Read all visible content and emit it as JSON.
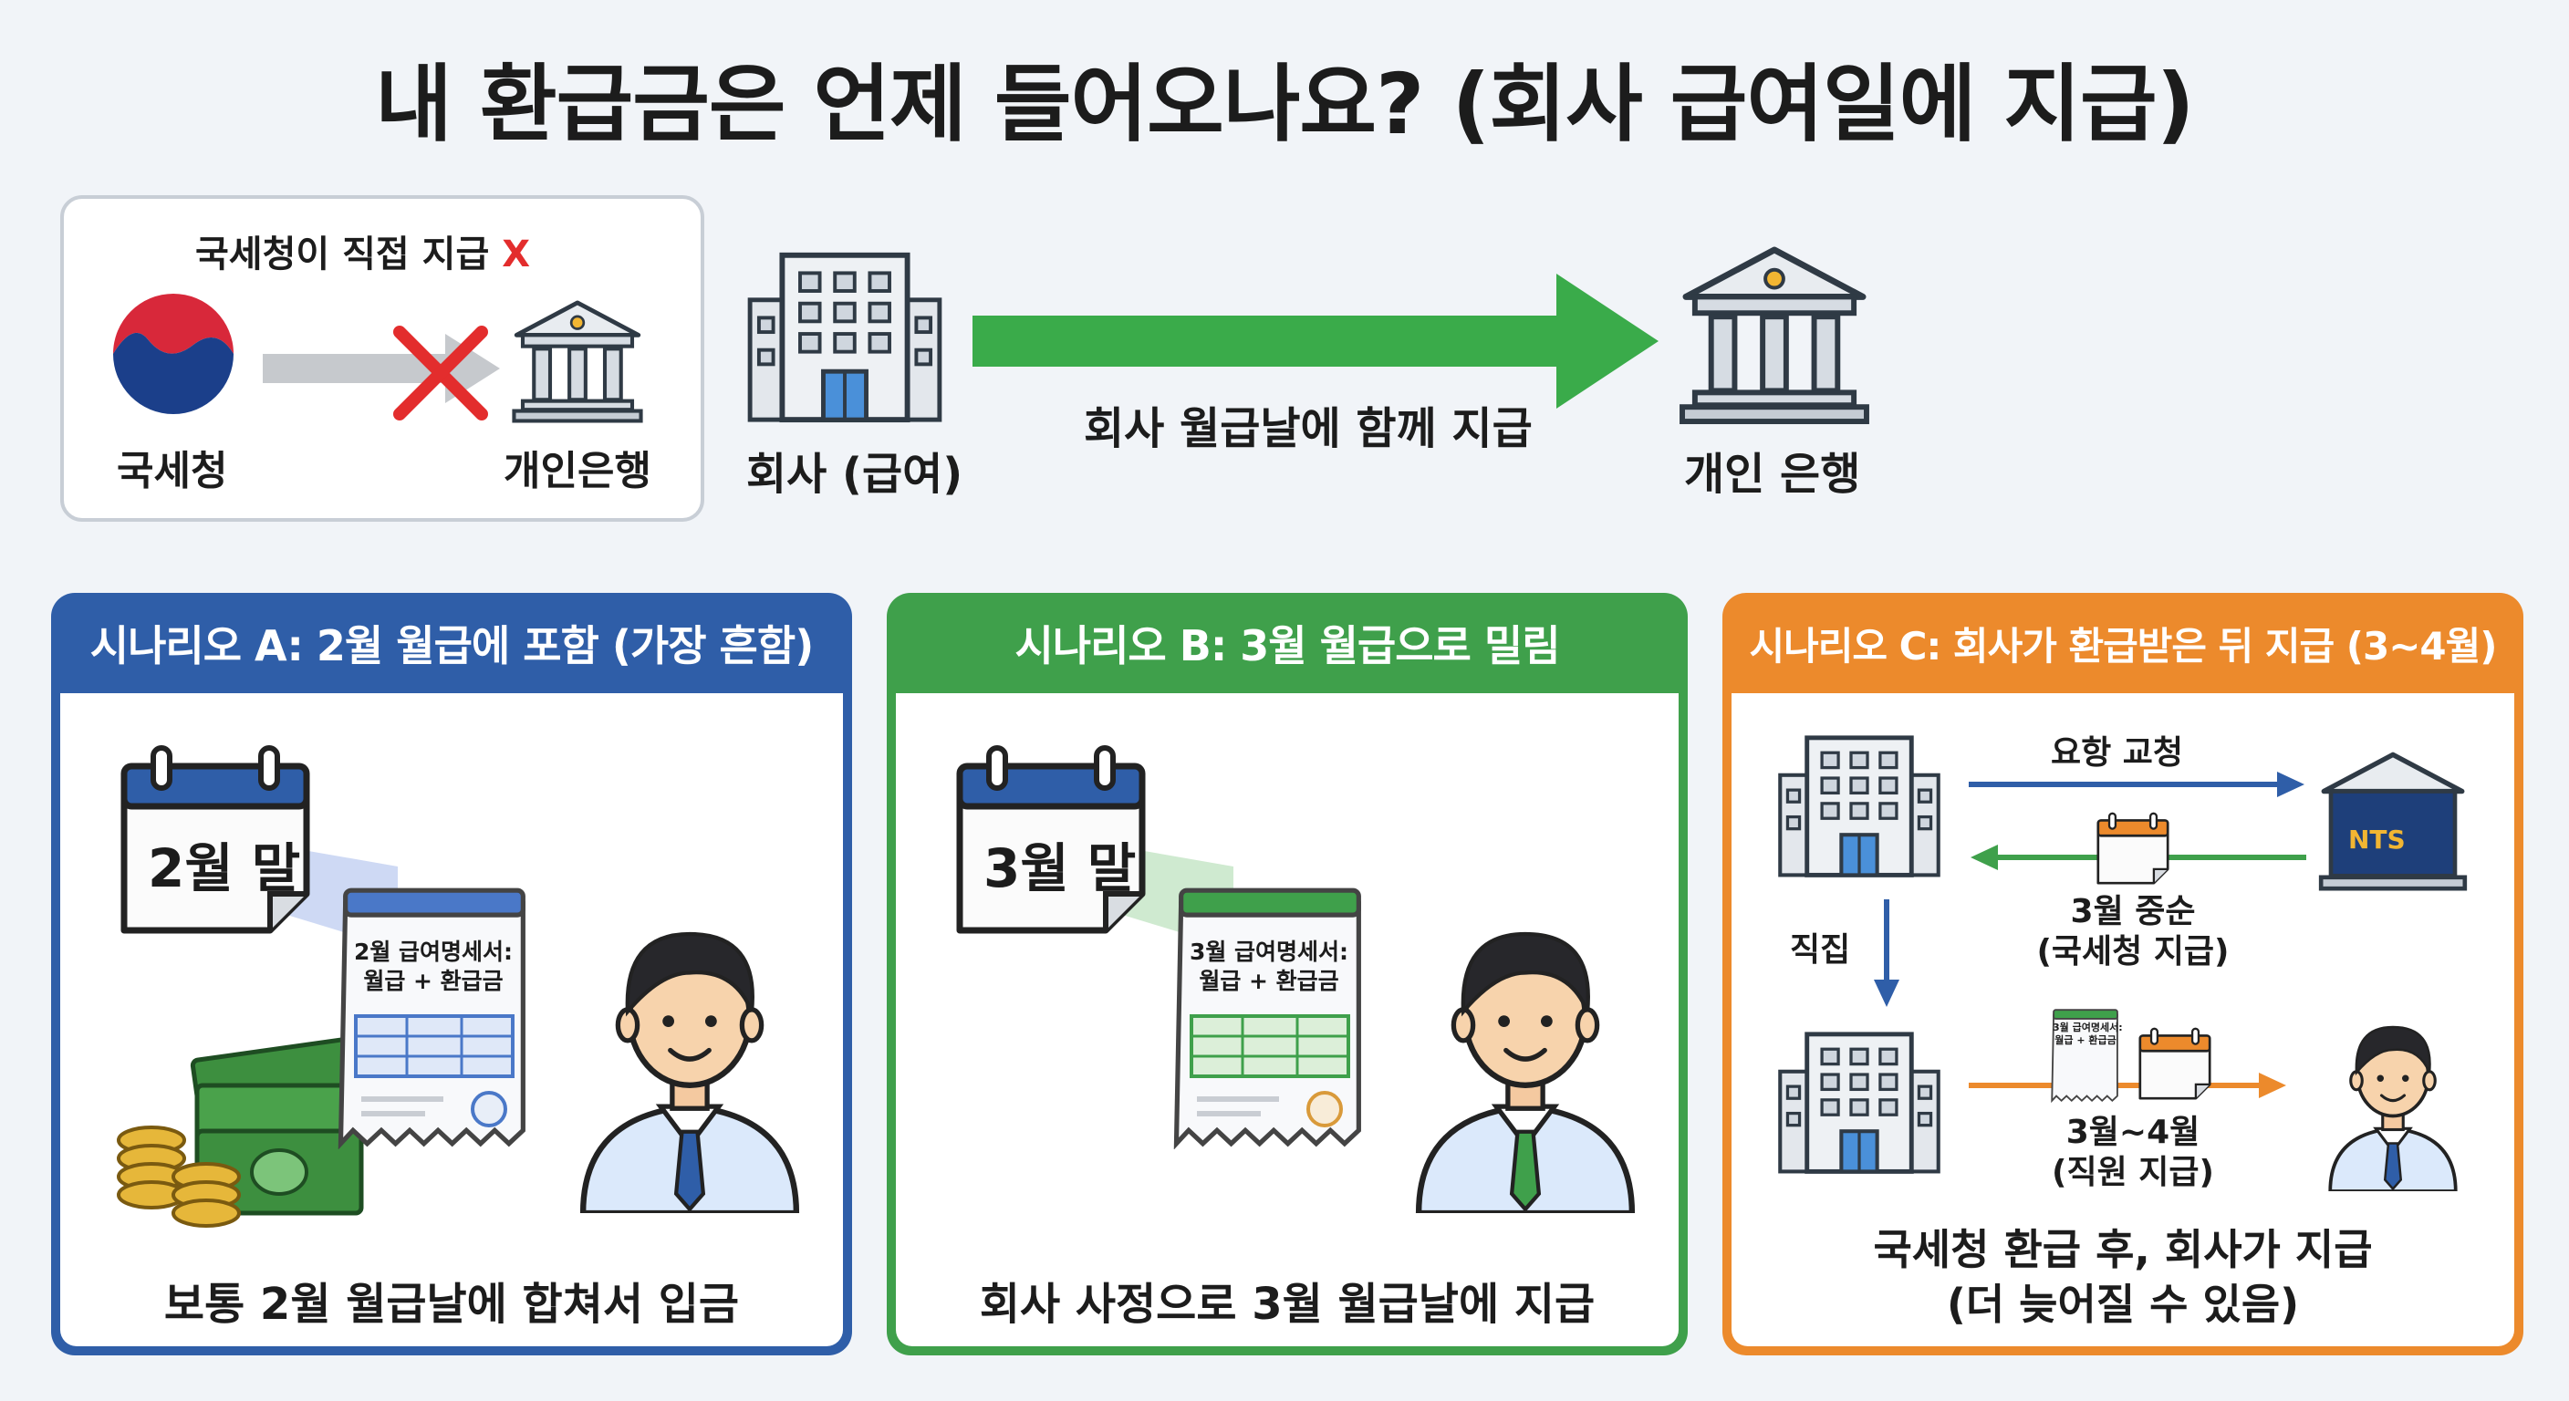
{
  "title": "내 환급금은 언제 들어오나요? (회사 급여일에 지급)",
  "top_box": {
    "heading": "국세청이 직접 지급",
    "heading_mark": "X",
    "nts_label": "국세청",
    "bank_label": "개인은행"
  },
  "flow": {
    "company_label": "회사 (급여)",
    "arrow_label": "회사 월급날에 함께 지급",
    "bank_label": "개인 은행"
  },
  "scenarios": [
    {
      "header": "시나리오 A: 2월 월급에 포함 (가장 흔함)",
      "calendar_text": "2월 말",
      "payslip_title": "2월 급여명세서:",
      "payslip_sub": "월급 + 환급금",
      "caption": "보통 2월 월급날에 합쳐서 입금"
    },
    {
      "header": "시나리오 B: 3월 월급으로 밀림",
      "calendar_text": "3월 말",
      "payslip_title": "3월 급여명세서:",
      "payslip_sub": "월급 + 환급금",
      "caption": "회사 사정으로 3월 월급날에 지급"
    },
    {
      "header": "시나리오 C: 회사가 환급받은 뒤 지급 (3~4월)",
      "request_label": "요항 교청",
      "nts_badge": "NTS",
      "mid_date_line1": "3월 중순",
      "mid_date_line2": "(국세청 지급)",
      "direct_label": "직집",
      "mini_slip_line1": "3월 급여명세서:",
      "mini_slip_line2": "월급 + 환급금",
      "pay_date_line1": "3월~4월",
      "pay_date_line2": "(직원 지급)",
      "caption_line1": "국세청 환급 후, 회사가 지급",
      "caption_line2": "(더 늦어질 수 있음)"
    }
  ],
  "colors": {
    "blue": "#2f5ea8",
    "green": "#3fa04b",
    "orange": "#ec8a2c",
    "red_x": "#e32d2d",
    "flow_arrow": "#3aab4a"
  }
}
